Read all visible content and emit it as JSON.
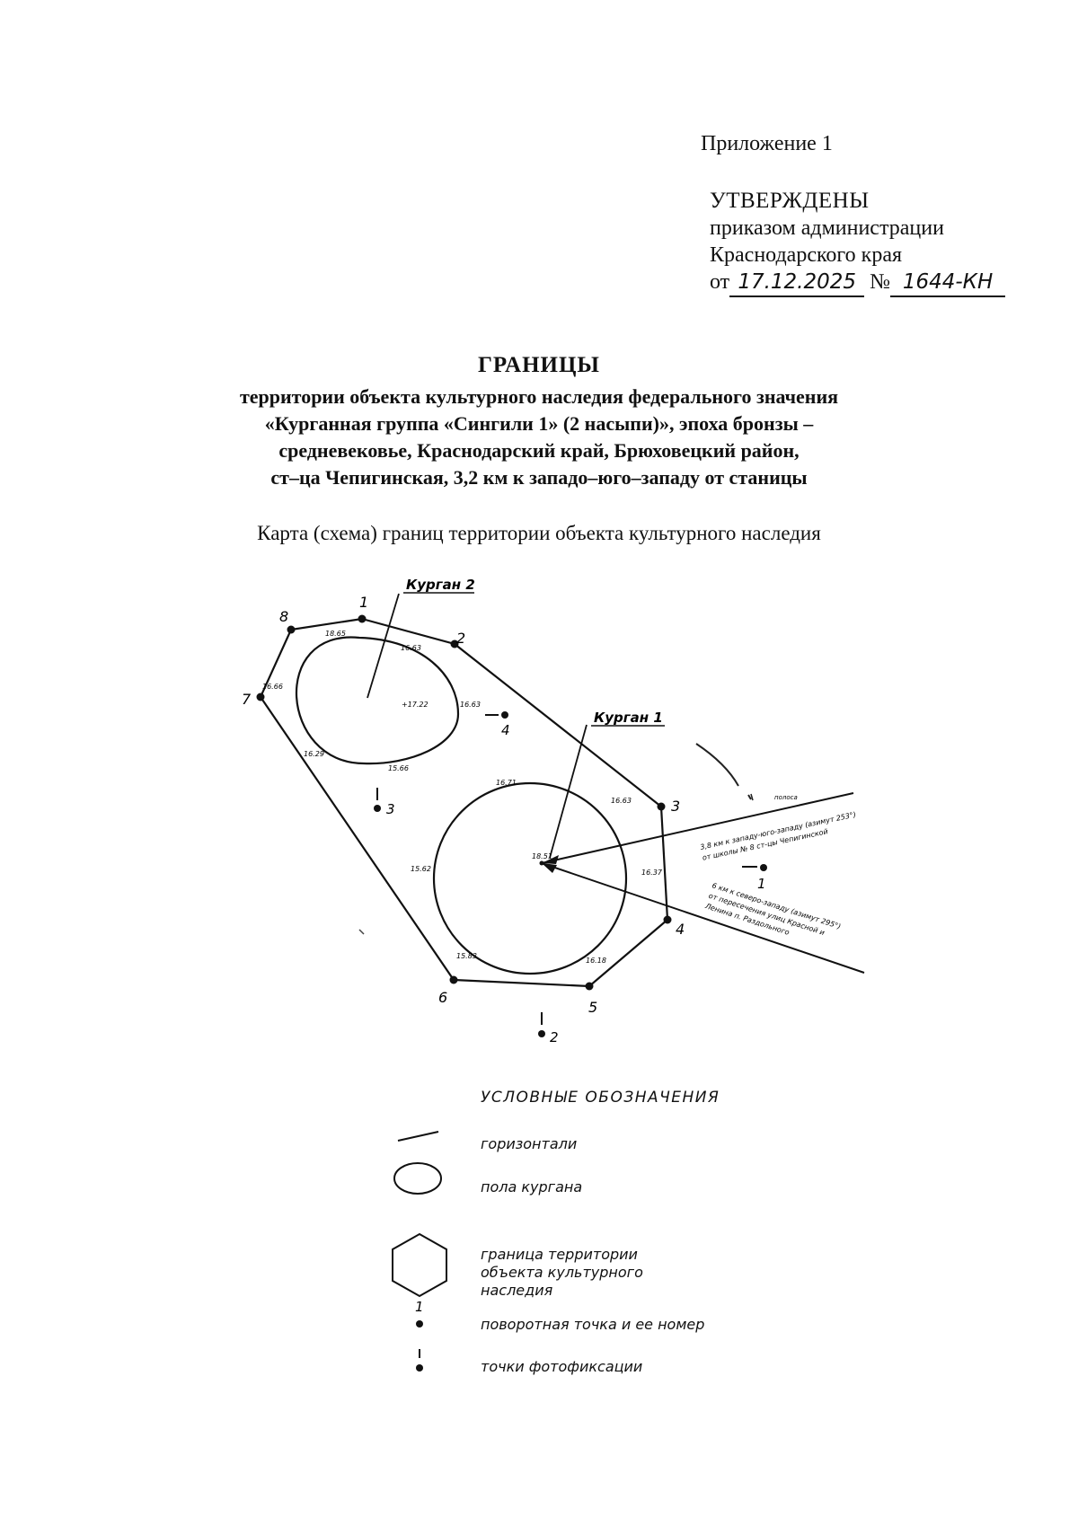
{
  "header": {
    "appendix_label": "Приложение 1",
    "approved": "УТВЕРЖДЕНЫ",
    "order_line1": "приказом администрации",
    "order_line2": "Краснодарского края",
    "date_prefix": "от",
    "date_value": "17.12.2025",
    "number_prefix": "№",
    "number_value": "1644-КН"
  },
  "title": {
    "heading": "ГРАНИЦЫ",
    "lines": [
      "территории объекта культурного наследия федерального значения",
      "«Курганная группа «Сингили 1» (2 насыпи)», эпоха бронзы –",
      "средневековье, Краснодарский край, Брюховецкий район,",
      "ст–ца Чепигинская, 3,2 км к западо–юго–западу от станицы"
    ],
    "map_caption": "Карта (схема) границ территории объекта культурного наследия"
  },
  "map": {
    "callouts": {
      "kurgan_2": "Курган 2",
      "kurgan_1": "Курган 1"
    },
    "turning_points": [
      "1",
      "2",
      "3",
      "4",
      "5",
      "6",
      "7",
      "8"
    ],
    "photo_points": [
      "1",
      "2",
      "3",
      "4"
    ],
    "elevations_kurgan_2": [
      "18.65",
      "16.63",
      "16.63",
      "+17.22",
      "15.66",
      "16.29",
      "16.66"
    ],
    "elevations_kurgan_1": [
      "16.71",
      "16.63",
      "16.37",
      "16.18",
      "15.83",
      "15.62",
      "18.51"
    ],
    "reference_line_1": [
      "3,8 км к западу-юго-западу (азимут 253°)",
      "от школы № 8 ст-цы Чепигинской"
    ],
    "reference_line_2": [
      "6 км к северо-западу (азимут 295°)",
      "от пересечения улиц Красной и",
      "Ленина п. Раздольного"
    ],
    "upper_note": "полоса"
  },
  "legend": {
    "title": "УСЛОВНЫЕ ОБОЗНАЧЕНИЯ",
    "items": [
      {
        "symbol": "contour",
        "text": "горизонтали"
      },
      {
        "symbol": "mound",
        "text": "пола кургана"
      },
      {
        "symbol": "hexagon",
        "text_lines": [
          "граница территории",
          "объекта культурного",
          "наследия"
        ]
      },
      {
        "symbol": "turning-point",
        "number": "1",
        "text": "поворотная точка и ее номер"
      },
      {
        "symbol": "photo-point",
        "text": "точки фотофиксации"
      }
    ]
  }
}
